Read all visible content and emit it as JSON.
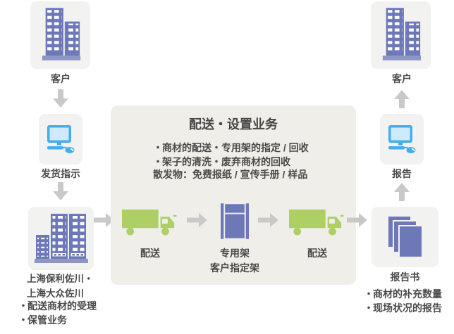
{
  "bullet_char": "・",
  "colors": {
    "purple": "#6d78b9",
    "purple_base": "#8e96c4",
    "green": "#adcf63",
    "blue": "#45adee",
    "blue_screen": "#cfeafd",
    "arrow_gray": "#c9c9c9",
    "tile_bg": "#f2f2f1",
    "box_bg": "#f0eee9",
    "text": "#4a4a4a"
  },
  "left_flow": {
    "customer_label": "客户",
    "shipping_label": "发货指示",
    "company_name_line1": "上海保利佐川・",
    "company_name_line2": "上海大众佐川",
    "company_bullets": [
      "配送商材的受理",
      "保管业务"
    ]
  },
  "center_box": {
    "title": "配送・设置业务",
    "bullets": [
      "商材的配送・专用架的指定 / 回收",
      "架子的清洗・废弃商材的回收"
    ],
    "note": "散发物：免费报纸 / 宣传手册 / 样品",
    "delivery_left_label": "配送",
    "rack_label_line1": "专用架",
    "rack_label_line2": "客户指定架",
    "delivery_right_label": "配送"
  },
  "right_flow": {
    "customer_label": "客户",
    "report_label": "报告",
    "report_book_label": "报告书",
    "report_book_bullets": [
      "商材的补充数量",
      "现场状况的报告"
    ]
  },
  "icons": {
    "office-building-icon": "purple twin-tower office building",
    "computer-icon": "blue desktop monitor with mouse",
    "city-buildings-icon": "purple three-tower buildings",
    "truck-icon": "green delivery truck",
    "rack-icon": "purple display rack",
    "documents-icon": "stack of purple report sheets",
    "arrow-icon": "gray flow arrow"
  }
}
